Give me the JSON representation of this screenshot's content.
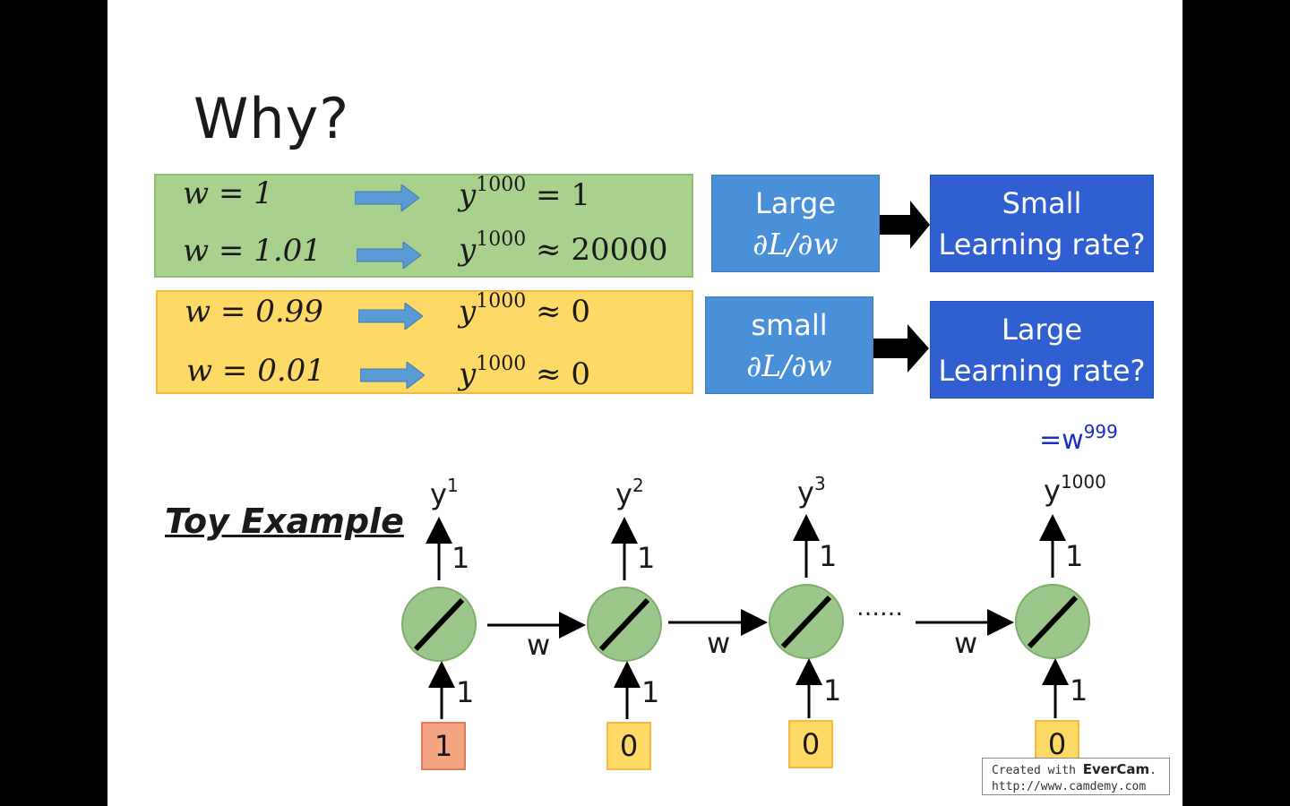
{
  "slide": {
    "title": "Why?",
    "rows": [
      {
        "w": "w = 1",
        "y_base": "y",
        "y_sup": "1000",
        "rel": "= 1"
      },
      {
        "w": "w = 1.01",
        "y_base": "y",
        "y_sup": "1000",
        "rel": "≈ 20000"
      },
      {
        "w": "w = 0.99",
        "y_base": "y",
        "y_sup": "1000",
        "rel": "≈ 0"
      },
      {
        "w": "w = 0.01",
        "y_base": "y",
        "y_sup": "1000",
        "rel": "≈ 0"
      }
    ],
    "boxes": [
      {
        "line1": "Large",
        "line2": "∂L/∂w"
      },
      {
        "line1": "Small",
        "line2": "Learning rate?"
      },
      {
        "line1": "small",
        "line2": "∂L/∂w"
      },
      {
        "line1": "Large",
        "line2": "Learning rate?"
      }
    ],
    "w999": {
      "base": "=w",
      "sup": "999"
    },
    "toy_example": "Toy Example",
    "network": {
      "outputs": [
        {
          "base": "y",
          "sup": "1"
        },
        {
          "base": "y",
          "sup": "2"
        },
        {
          "base": "y",
          "sup": "3"
        },
        {
          "base": "y",
          "sup": "1000"
        }
      ],
      "output_weight": "1",
      "input_weight": "1",
      "recurrent_weight": "w",
      "ellipsis": "……",
      "inputs": [
        "1",
        "0",
        "0",
        "0"
      ]
    },
    "watermark": {
      "line1_prefix": "Created with ",
      "brand": "EverCam",
      "line1_suffix": ".",
      "line2": "http://www.camdemy.com"
    }
  },
  "colors": {
    "green_panel": "#a9d18e",
    "orange_panel": "#ffd966",
    "blue_light": "#4a90d9",
    "blue_dark": "#2f5fd0",
    "neuron": "#9bc88a",
    "w999": "#1b2fbf"
  }
}
